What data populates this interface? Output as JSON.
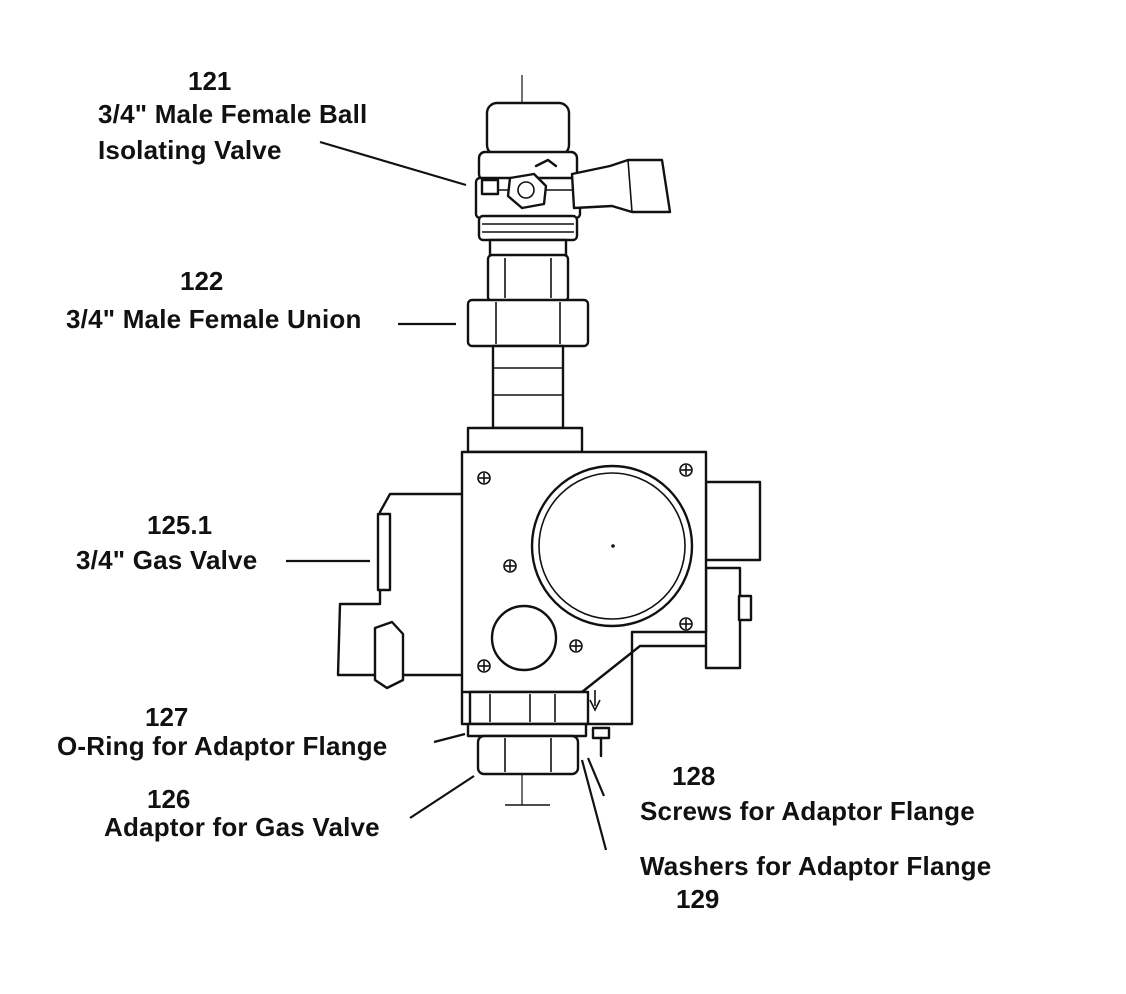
{
  "callouts": [
    {
      "id": "121",
      "number": "121",
      "text_lines": [
        "3/4\" Male Female Ball",
        "Isolating Valve"
      ]
    },
    {
      "id": "122",
      "number": "122",
      "text_lines": [
        "3/4\" Male Female Union"
      ]
    },
    {
      "id": "125_1",
      "number": "125.1",
      "text_lines": [
        "3/4\" Gas Valve"
      ]
    },
    {
      "id": "127",
      "number": "127",
      "text_lines": [
        "O-Ring for Adaptor Flange"
      ]
    },
    {
      "id": "126",
      "number": "126",
      "text_lines": [
        "Adaptor for Gas Valve"
      ]
    },
    {
      "id": "128",
      "number": "128",
      "text_lines": [
        "Screws for Adaptor Flange"
      ]
    },
    {
      "id": "129",
      "number": "129",
      "text_lines": [
        "Washers for Adaptor Flange"
      ]
    }
  ]
}
